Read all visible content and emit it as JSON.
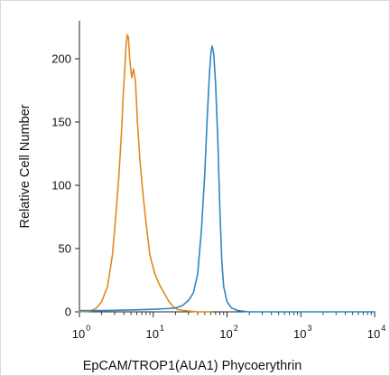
{
  "chart_data": {
    "type": "line",
    "title": "",
    "xlabel": "EpCAM/TROP1(AUA1) Phycoerythrin",
    "ylabel": "Relative Cell Number",
    "x_scale": "log",
    "xlim": [
      1,
      10000
    ],
    "ylim": [
      0,
      230
    ],
    "x_ticks": [
      {
        "value": 1,
        "base": "10",
        "exp": "0"
      },
      {
        "value": 10,
        "base": "10",
        "exp": "1"
      },
      {
        "value": 100,
        "base": "10",
        "exp": "2"
      },
      {
        "value": 1000,
        "base": "10",
        "exp": "3"
      },
      {
        "value": 10000,
        "base": "10",
        "exp": "4"
      }
    ],
    "y_ticks": [
      0,
      50,
      100,
      150,
      200
    ],
    "grid": false,
    "legend": "none",
    "series": [
      {
        "color": "#e08a1e",
        "points": [
          [
            1.0,
            0
          ],
          [
            1.4,
            0.5
          ],
          [
            1.7,
            3
          ],
          [
            2.0,
            8
          ],
          [
            2.4,
            20
          ],
          [
            2.8,
            45
          ],
          [
            3.1,
            75
          ],
          [
            3.4,
            105
          ],
          [
            3.7,
            140
          ],
          [
            3.95,
            175
          ],
          [
            4.15,
            195
          ],
          [
            4.3,
            212
          ],
          [
            4.45,
            219
          ],
          [
            4.6,
            217
          ],
          [
            4.8,
            200
          ],
          [
            5.1,
            185
          ],
          [
            5.4,
            192
          ],
          [
            5.75,
            182
          ],
          [
            6.1,
            150
          ],
          [
            6.6,
            120
          ],
          [
            7.2,
            95
          ],
          [
            8.0,
            70
          ],
          [
            9.0,
            45
          ],
          [
            10.5,
            30
          ],
          [
            12.0,
            22
          ],
          [
            14.0,
            15
          ],
          [
            16.0,
            9
          ],
          [
            18.0,
            5
          ],
          [
            21.0,
            2
          ],
          [
            26.0,
            1
          ],
          [
            40.0,
            0
          ],
          [
            60.0,
            0
          ]
        ]
      },
      {
        "color": "#2e86c1",
        "points": [
          [
            1.0,
            1
          ],
          [
            2.0,
            1
          ],
          [
            5.0,
            1.5
          ],
          [
            10.0,
            2
          ],
          [
            15.0,
            2.5
          ],
          [
            20.0,
            3
          ],
          [
            25.0,
            5
          ],
          [
            30.0,
            9
          ],
          [
            35.0,
            15
          ],
          [
            40.0,
            30
          ],
          [
            45.0,
            65
          ],
          [
            50.0,
            110
          ],
          [
            54.0,
            155
          ],
          [
            58.0,
            190
          ],
          [
            61.0,
            207
          ],
          [
            63.0,
            210
          ],
          [
            66.0,
            204
          ],
          [
            70.0,
            180
          ],
          [
            75.0,
            135
          ],
          [
            80.0,
            80
          ],
          [
            85.0,
            40
          ],
          [
            90.0,
            20
          ],
          [
            100.0,
            8
          ],
          [
            115.0,
            3
          ],
          [
            140.0,
            1
          ],
          [
            200.0,
            0
          ],
          [
            1000.0,
            0
          ],
          [
            10000.0,
            0
          ]
        ]
      }
    ]
  }
}
